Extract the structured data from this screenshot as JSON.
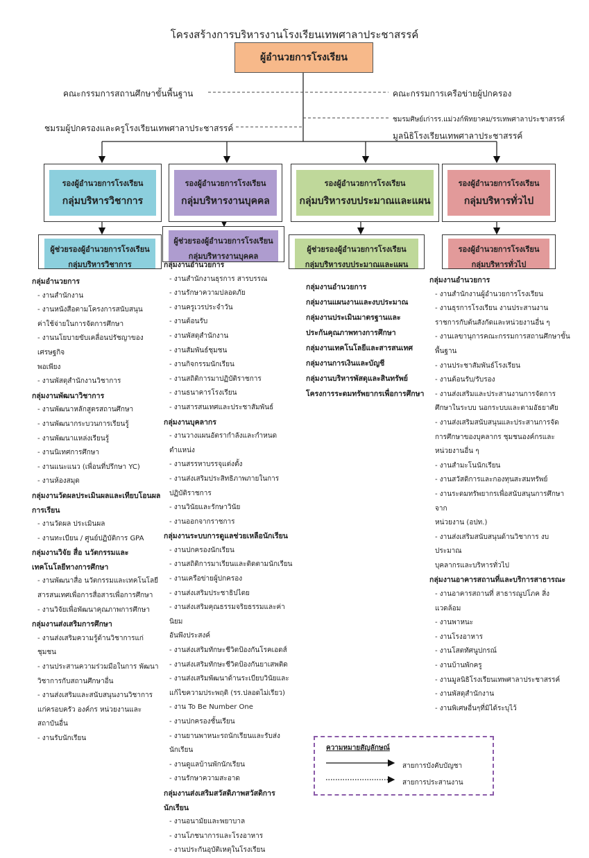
{
  "title": "โครงสร้างการบริหารงานโรงเรียนเทพศาลาประชาสรรค์",
  "director": "ผู้อำนวยการโรงเรียน",
  "side": {
    "left1": "คณะกรรมการสถานศึกษาขั้นพื้นฐาน",
    "left2": "ชมรมผู้ปกครองและครูโรงเรียนเทพศาลาประชาสรรค์",
    "right1": "คณะกรรมการเครือข่ายผู้ปกครอง",
    "right2": "ชมรมศิษย์เก่ารร.แม่วงก์พิทยาคม/รรเทพศาลาประชาสรรค์",
    "right3": "มูลนิธิโรงเรียนเทพศาลาประชาสรรค์"
  },
  "deputies": [
    {
      "line1": "รองผู้อำนวยการโรงเรียน",
      "line2": "กลุ่มบริหารวิชาการ",
      "color": "#8ccfdd"
    },
    {
      "line1": "รองผู้อำนวยการโรงเรียน",
      "line2": "กลุ่มบริหารงานบุคคล",
      "color": "#ae9ccf"
    },
    {
      "line1": "รองผู้อำนวยการโรงเรียน",
      "line2": "กลุ่มบริหารงบประมาณและแผน",
      "color": "#bfd89a"
    },
    {
      "line1": "รองผู้อำนวยการโรงเรียน",
      "line2": "กลุ่มบริหารทั่วไป",
      "color": "#e29a9a"
    }
  ],
  "assistants": [
    {
      "line1": "ผู้ช่วยรองผู้อำนวยการโรงเรียน",
      "line2": "กลุ่มบริหารวิชาการ"
    },
    {
      "line1": "ผู้ช่วยรองผู้อำนวยการโรงเรียน",
      "line2": "กลุ่มบริหารงานบุคคล"
    },
    {
      "line1": "ผู้ช่วยรองผู้อำนวยการโรงเรียน",
      "line2": "กลุ่มบริหารงบประมาณและแผน"
    },
    {
      "line1": "รองผู้อำนวยการโรงเรียน",
      "line2": "กลุ่มบริหารทั่วไป"
    }
  ],
  "col1": [
    {
      "t": "h",
      "v": "กลุ่มอำนวยการ"
    },
    {
      "t": "i",
      "v": "- งานสำนักงาน"
    },
    {
      "t": "i",
      "v": "- งานหนังสือตามโครงการสนับสนุน"
    },
    {
      "t": "i",
      "v": "ค่าใช้จ่ายในการจัดการศึกษา"
    },
    {
      "t": "i",
      "v": "- งานนโยบายขับเคลื่อนปรัชญาของเศรษฐกิจ"
    },
    {
      "t": "i",
      "v": "พอเพียง"
    },
    {
      "t": "i",
      "v": "- งานพัสดุสำนักงานวิชาการ"
    },
    {
      "t": "h",
      "v": "กลุ่มงานพัฒนาวิชาการ"
    },
    {
      "t": "i",
      "v": "- งานพัฒนาหลักสูตรสถานศึกษา"
    },
    {
      "t": "i",
      "v": "- งานพัฒนากระบวนการเรียนรู้"
    },
    {
      "t": "i",
      "v": "- งานพัฒนาแหล่งเรียนรู้"
    },
    {
      "t": "i",
      "v": "- งานนิเทศการศึกษา"
    },
    {
      "t": "i",
      "v": "- งานแนะแนว (เพื่อนที่ปรึกษา YC)"
    },
    {
      "t": "i",
      "v": "- งานห้องสมุด"
    },
    {
      "t": "h",
      "v": "กลุ่มงานวัดผลประเมินผลและเทียบโอนผล"
    },
    {
      "t": "h",
      "v": "การเรียน"
    },
    {
      "t": "i",
      "v": "- งานวัดผล ประเมินผล"
    },
    {
      "t": "i",
      "v": "- งานทะเบียน / ศูนย์ปฏิบัติการ GPA"
    },
    {
      "t": "h",
      "v": "กลุ่มงานวิจัย สื่อ นวัตกรรมและ"
    },
    {
      "t": "h",
      "v": "เทคโนโลยีทางการศึกษา"
    },
    {
      "t": "i",
      "v": "- งานพัฒนาสื่อ นวัตกรรมและเทคโนโลยี"
    },
    {
      "t": "i",
      "v": "สารสนเทศเพื่อการสื่อสารเพื่อการศึกษา"
    },
    {
      "t": "i",
      "v": "- งานวิจัยเพื่อพัฒนาคุณภาพการศึกษา"
    },
    {
      "t": "h",
      "v": "กลุ่มงานส่งเสริมการศึกษา"
    },
    {
      "t": "i",
      "v": "- งานส่งเสริมความรู้ด้านวิชาการแก่ชุมชน"
    },
    {
      "t": "i",
      "v": "- งานประสานความร่วมมือในการ พัฒนา"
    },
    {
      "t": "i",
      "v": "วิชาการกับสถานศึกษาอื่น"
    },
    {
      "t": "i",
      "v": "- งานส่งเสริมและสนับสนุนงานวิชาการ"
    },
    {
      "t": "i",
      "v": "แก่ครอบครัว องค์กร หน่วยงานและ"
    },
    {
      "t": "i",
      "v": "สถาบันอื่น"
    },
    {
      "t": "i",
      "v": "- งานรับนักเรียน"
    }
  ],
  "col2": [
    {
      "t": "h",
      "v": "กลุ่มงานอำนวยการ"
    },
    {
      "t": "i",
      "v": "- งานสำนักงานธุรการ สารบรรณ"
    },
    {
      "t": "i",
      "v": "- งานรักษาความปลอดภัย"
    },
    {
      "t": "i",
      "v": "- งานครูเวรประจำวัน"
    },
    {
      "t": "i",
      "v": "- งานต้อนรับ"
    },
    {
      "t": "i",
      "v": "- งานพัสดุสำนักงาน"
    },
    {
      "t": "i",
      "v": "- งานสัมพันธ์ชุมชน"
    },
    {
      "t": "i",
      "v": "- งานกิจกรรมนักเรียน"
    },
    {
      "t": "i",
      "v": "- งานสถิติการมาปฏิบัติราชการ"
    },
    {
      "t": "i",
      "v": "- งานธนาคารโรงเรียน"
    },
    {
      "t": "i",
      "v": "- งานสารสนเทศและประชาสัมพันธ์"
    },
    {
      "t": "h",
      "v": "กลุ่มงานบุคลากร"
    },
    {
      "t": "i",
      "v": "- งานวางแผนอัตรากำลังและกำหนดตำแหน่ง"
    },
    {
      "t": "i",
      "v": "- งานสรรหาบรรจุแต่งตั้ง"
    },
    {
      "t": "i",
      "v": "- งานส่งเสริมประสิทธิภาพภายในการ"
    },
    {
      "t": "i",
      "v": "ปฏิบัติราชการ"
    },
    {
      "t": "i",
      "v": "- งานวินัยและรักษาวินัย"
    },
    {
      "t": "i",
      "v": "- งานออกจากราชการ"
    },
    {
      "t": "h",
      "v": "กลุ่มงานระบบการดูแลช่วยเหลือนักเรียน"
    },
    {
      "t": "i",
      "v": "- งานปกครองนักเรียน"
    },
    {
      "t": "i",
      "v": "- งานสถิติการมาเรียนและติดตามนักเรียน"
    },
    {
      "t": "i",
      "v": "- งานเครือข่ายผู้ปกครอง"
    },
    {
      "t": "i",
      "v": "- งานส่งเสริมประชาธิปไตย"
    },
    {
      "t": "i",
      "v": "- งานส่งเสริมคุณธรรมจริยธรรมและค่านิยม"
    },
    {
      "t": "i",
      "v": "อันพึงประสงค์"
    },
    {
      "t": "i",
      "v": "- งานส่งเสริมทักษะชีวิตป้องกันโรคเอดส์"
    },
    {
      "t": "i",
      "v": "- งานส่งเสริมทักษะชีวิตป้องกันยาเสพติด"
    },
    {
      "t": "i",
      "v": "- งานส่งเสริมพัฒนาด้านระเบียบวินัยและ"
    },
    {
      "t": "i",
      "v": "แก้ไขความประพฤติ (รร.ปลอดไม่เรียว)"
    },
    {
      "t": "i",
      "v": "- งาน To Be Number One"
    },
    {
      "t": "i",
      "v": "- งานปกครองชั้นเรียน"
    },
    {
      "t": "i",
      "v": "- งานยานพาหนะรถนักเรียนและรับส่ง"
    },
    {
      "t": "i",
      "v": "นักเรียน"
    },
    {
      "t": "i",
      "v": "- งานดูแลบ้านพักนักเรียน"
    },
    {
      "t": "i",
      "v": "- งานรักษาความสะอาด"
    },
    {
      "t": "h",
      "v": "กลุ่มงานส่งเสริมสวัสดิภาพสวัสดิการนักเรียน"
    },
    {
      "t": "i",
      "v": "- งานอนามัยและพยาบาล"
    },
    {
      "t": "i",
      "v": "- งานโภชนาการและโรงอาหาร"
    },
    {
      "t": "i",
      "v": "- งานประกันอุบัติเหตุในโรงเรียน"
    }
  ],
  "col3": [
    "กลุ่มงานอำนวยการ",
    "กลุ่มงานแผนงานและงบประมาณ",
    "กลุ่มงานประเมินมาตรฐานและ",
    "ประกันคุณภาพทางการศึกษา",
    "กลุ่มงานเทคโนโลยีและสารสนเทศ",
    "กลุ่มงานการเงินและบัญชี",
    "กลุ่มงานบริหารพัสดุและสินทรัพย์",
    "โครงการระดมทรัพยากรเพื่อการศึกษา"
  ],
  "col4": [
    {
      "t": "h",
      "v": "กลุ่มงานอำนวยการ"
    },
    {
      "t": "i",
      "v": "- งานสำนักงานผู้อำนวยการโรงเรียน"
    },
    {
      "t": "i",
      "v": "- งานธุรการโรงเรียน งานประสานงาน"
    },
    {
      "t": "i",
      "v": "ราชการกับต้นสังกัดและหน่วยงานอื่น ๆ"
    },
    {
      "t": "i",
      "v": "- งานเลขานุการคณะกรรมการสถานศึกษาขั้น"
    },
    {
      "t": "i",
      "v": "พื้นฐาน"
    },
    {
      "t": "i",
      "v": "- งานประชาสัมพันธ์โรงเรียน"
    },
    {
      "t": "i",
      "v": "- งานต้อนรับ/รับรอง"
    },
    {
      "t": "i",
      "v": "- งานส่งเสริมและประสานงานการจัดการ"
    },
    {
      "t": "i",
      "v": "ศึกษาในระบบ นอกระบบและตามอัธยาศัย"
    },
    {
      "t": "i",
      "v": "- งานส่งเสริมสนับสนุนและประสานการจัด"
    },
    {
      "t": "i",
      "v": "การศึกษาของบุคลากร ชุมชนองค์กรและ"
    },
    {
      "t": "i",
      "v": "หน่วยงานอื่น ๆ"
    },
    {
      "t": "i",
      "v": "- งานสำมะโนนักเรียน"
    },
    {
      "t": "i",
      "v": "- งานสวัสดิการและกองทุนสะสมทรัพย์"
    },
    {
      "t": "i",
      "v": "- งานระดมทรัพยากรเพื่อสนับสนุนการศึกษาจาก"
    },
    {
      "t": "i",
      "v": "หน่วยงาน (อปท.)"
    },
    {
      "t": "i",
      "v": "- งานส่งเสริมสนับสนุนด้านวิชาการ งบประมาณ"
    },
    {
      "t": "i",
      "v": "บุคลากรและบริหารทั่วไป"
    },
    {
      "t": "h",
      "v": "กลุ่มงานอาคารสถานที่และบริการสาธารณะ"
    },
    {
      "t": "i",
      "v": "- งานอาคารสถานที่ สาธารณูปโภค สิ่งแวดล้อม"
    },
    {
      "t": "i",
      "v": "- งานพาหนะ"
    },
    {
      "t": "i",
      "v": "- งานโรงอาหาร"
    },
    {
      "t": "i",
      "v": "- งานโสตทัศนูปกรณ์"
    },
    {
      "t": "i",
      "v": "- งานบ้านพักครู"
    },
    {
      "t": "i",
      "v": "- งานมูลนิธิโรงเรียนเทพศาลาประชาสรรค์"
    },
    {
      "t": "i",
      "v": "- งานพัสดุสำนักงาน"
    },
    {
      "t": "i",
      "v": "- งานพิเศษอื่นๆที่มิได้ระบุไว้"
    }
  ],
  "legend": {
    "title": "ความหมายสัญลักษณ์",
    "solid": "สายการบังคับบัญชา",
    "dotted": "สายการประสานงาน"
  }
}
